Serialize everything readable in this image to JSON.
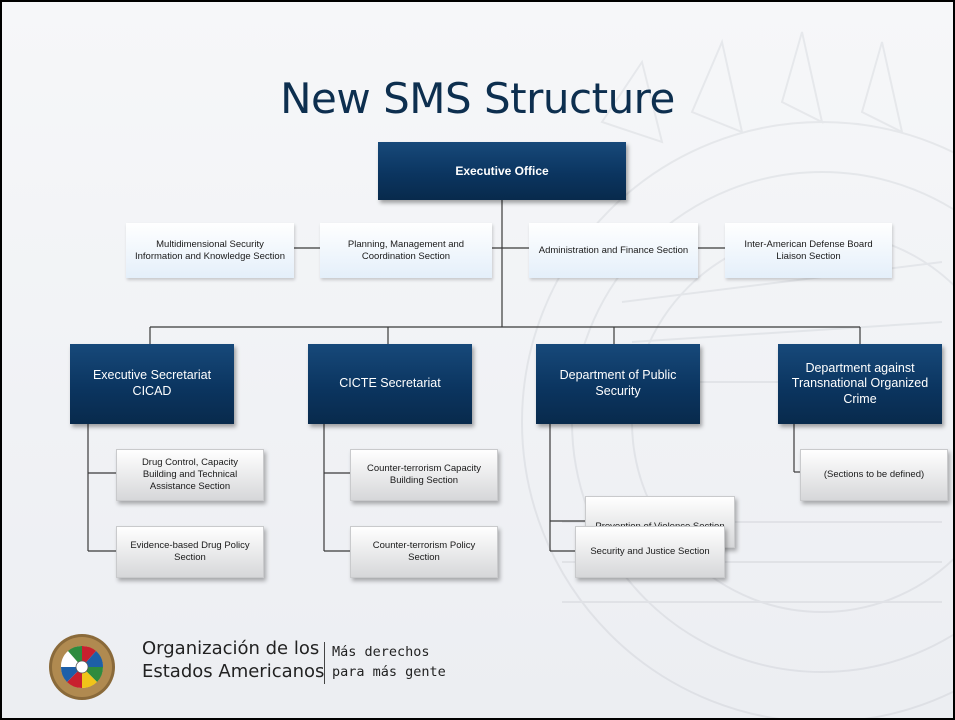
{
  "slide": {
    "title": "New SMS Structure"
  },
  "chart": {
    "executive": "Executive Office",
    "staff_units": [
      "Multidimensional Security Information and Knowledge Section",
      "Planning, Management and Coordination Section",
      "Administration and Finance Section",
      "Inter-American Defense Board Liaison Section"
    ],
    "departments": [
      {
        "name": "Executive Secretariat CICAD",
        "sections": [
          "Drug Control, Capacity Building and Technical Assistance Section",
          "Evidence-based Drug Policy Section"
        ]
      },
      {
        "name": "CICTE Secretariat",
        "sections": [
          "Counter-terrorism Capacity Building Section",
          "Counter-terrorism Policy Section"
        ]
      },
      {
        "name": "Department of Public Security",
        "sections": [
          "Prevention of Violence Section",
          "Security and Justice Section"
        ]
      },
      {
        "name": "Department against Transnational Organized Crime",
        "sections": [
          "(Sections to be defined)"
        ]
      }
    ]
  },
  "footer": {
    "org_line1": "Organización de los",
    "org_line2": "Estados Americanos",
    "slogan_line1": "Más derechos",
    "slogan_line2": "para más gente"
  },
  "colors": {
    "title": "#0d2f4f",
    "dark_box": "#0b3560",
    "light_box": "#e4effa",
    "grey_box": "#d6d7d9",
    "connector": "#3a3a3a"
  }
}
